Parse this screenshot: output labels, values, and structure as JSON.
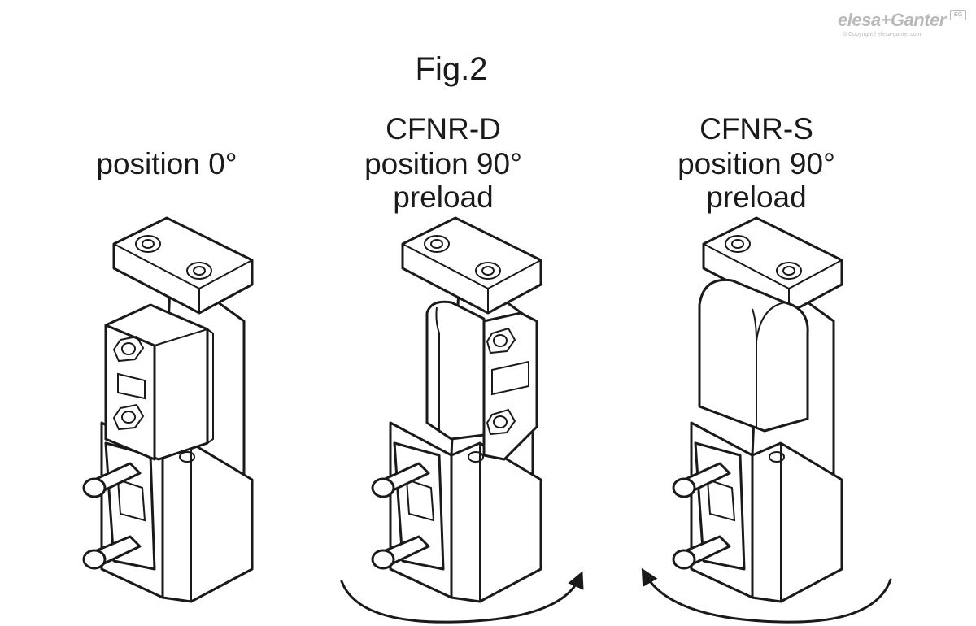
{
  "logo": {
    "brand": "elesa+Ganter",
    "badge": "EG",
    "copyright": "© Copyright | elesa-ganter.com"
  },
  "figure": {
    "title": "Fig.2",
    "panels": [
      {
        "id": "left",
        "lines": [
          "position 0°"
        ]
      },
      {
        "id": "middle",
        "lines": [
          "CFNR-D",
          "position 90°",
          "preload"
        ]
      },
      {
        "id": "right",
        "lines": [
          "CFNR-S",
          "position 90°",
          "preload"
        ]
      }
    ]
  },
  "colors": {
    "line": "#1a1a1a",
    "background": "#ffffff",
    "logo": "#b9b9b9"
  }
}
